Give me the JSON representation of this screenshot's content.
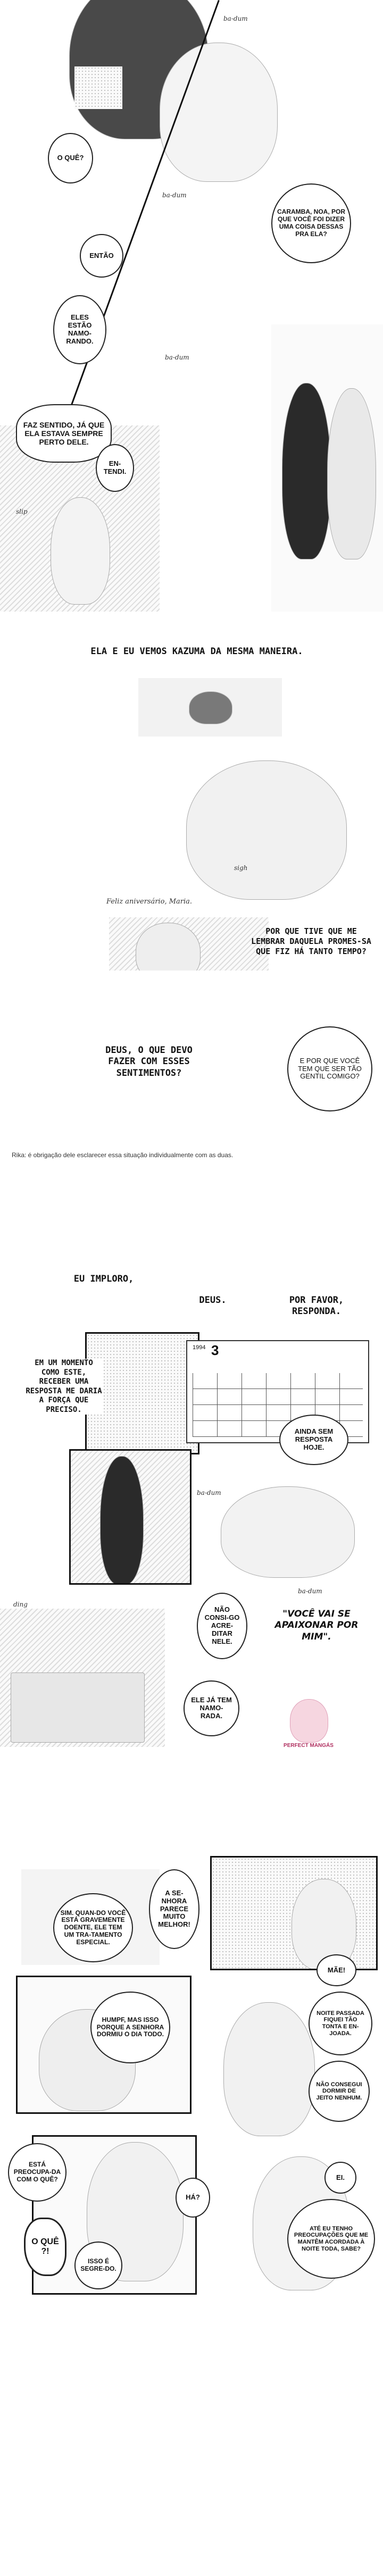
{
  "page1": {
    "sfx_badum_1": "ba-dum",
    "sfx_badum_2": "ba-dum",
    "sfx_badum_3": "ba-dum",
    "sfx_slip": "slip",
    "bubble_oque": "O QUÊ?",
    "bubble_entao": "ENTÃO",
    "bubble_eles": "ELES ESTÃO NAMO-RANDO.",
    "bubble_caramba": "CARAMBA, NOA, POR QUE VOCÊ FOI DIZER UMA COISA DESSAS PRA ELA?",
    "bubble_fazsentido": "FAZ SENTIDO, JÁ QUE ELA ESTAVA SEMPRE PERTO DELE.",
    "bubble_entendi": "EN-TENDI."
  },
  "page2": {
    "caption_top": "ELA E EU VEMOS KAZUMA DA MESMA MANEIRA.",
    "sfx_sigh": "sigh",
    "sign_text": "Feliz aniversário, Maria.",
    "caption_porque": "POR QUE TIVE QUE ME LEMBRAR DAQUELA PROMES-SA QUE FIZ HÁ TANTO TEMPO?",
    "caption_deus": "DEUS, O QUE DEVO FAZER COM ESSES SENTIMENTOS?",
    "bubble_eporque": "E POR QUE VOCÊ TEM QUE SER TÃO GENTIL COMIGO?",
    "note": "Rika: é obrigação dele esclarecer essa situação individualmente com as duas."
  },
  "page3": {
    "caption_imploro": "EU IMPLORO,",
    "caption_deus": "DEUS.",
    "caption_porfavor": "POR FAVOR, RESPONDA.",
    "caption_emum": "EM UM MOMENTO COMO ESTE, RECEBER UMA RESPOSTA ME DARIA A FORÇA QUE PRECISO.",
    "calendar_year": "1994",
    "calendar_month": "3",
    "bubble_ainda": "AINDA SEM RESPOSTA HOJE.",
    "sfx_badum_1": "ba-dum",
    "sfx_badum_2": "ba-dum",
    "sfx_ding": "ding",
    "bubble_naoconsigo": "NÃO CONSI-GO ACRE-DITAR NELE.",
    "bubble_elejatem": "ELE JÁ TEM NAMO-RADA.",
    "caption_vocevai": "\"VOCÊ VAI SE APAIXONAR POR MIM\".",
    "watermark": "PERFECT MANGÁS"
  },
  "page4": {
    "bubble_sim": "SIM. QUAN-DO VOCÊ ESTÁ GRAVEMENTE DOENTE, ELE TEM UM TRA-TAMENTO ESPECIAL.",
    "bubble_asenhora": "A SE-NHORA PARECE MUITO MELHOR!",
    "bubble_mae": "MÃE!",
    "bubble_humpf": "HUMPF, MAS ISSO PORQUE A SENHORA DORMIU O DIA TODO.",
    "bubble_noite": "NOITE PASSADA FIQUEI TÃO TONTA E EN-JOADA.",
    "bubble_naoconsegui": "NÃO CONSEGUI DORMIR DE JEITO NENHUM.",
    "bubble_esta": "ESTÁ PREOCUPA-DA COM O QUÊ?",
    "bubble_oque": "O QUÊ ?!",
    "bubble_isso": "ISSO É SEGRE-DO.",
    "bubble_ha": "HÁ?",
    "bubble_ei": "EI.",
    "bubble_ateeu": "ATÉ EU TENHO PREOCUPAÇÕES QUE ME MANTÊM ACORDADA À NOITE TODA, SABE?"
  }
}
